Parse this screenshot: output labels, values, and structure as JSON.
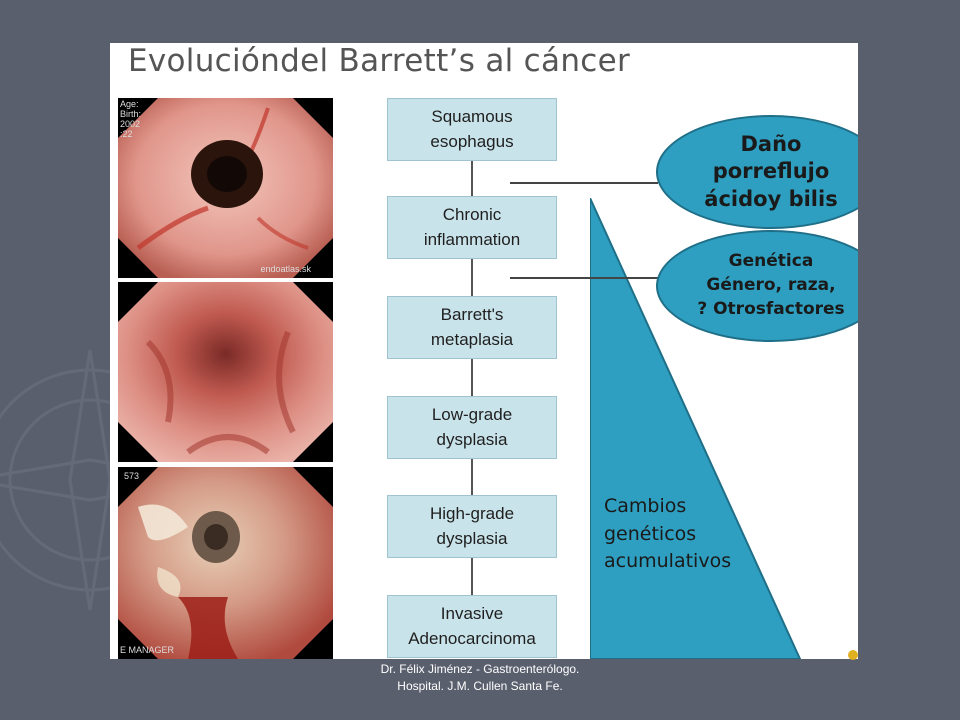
{
  "slide": {
    "title": "Evoluciónd​el Barrett’s al  cáncer",
    "photos": [
      {
        "label": "endoatlas.sk",
        "corner_lines": [
          "Age:",
          "Birth:",
          "2002",
          ":22"
        ]
      },
      {
        "label": ""
      },
      {
        "label": "E MANAGER",
        "corner_lines": [
          "573"
        ]
      }
    ],
    "stages": [
      "Squamous\nesophagus",
      "Chronic\ninflammation",
      "Barrett's\nmetaplasia",
      "Low-grade\ndysplasia",
      "High-grade\ndysplasia",
      "Invasive\nAdenocarcinoma"
    ],
    "ovals": [
      "Daño\nporreflujo\nácidoy bilis",
      "Genética\nGénero, raza,\n? Otrosfactores"
    ],
    "wedge_label": "Cambios\ngenéticos\nacumulativos",
    "colors": {
      "stage_fill": "#c9e3ea",
      "accent_teal": "#2e9fc0",
      "background": "#5a5f6e"
    }
  },
  "footer": {
    "line1": "Dr. Félix Jiménez -  Gastroenterólogo.",
    "line2": "Hospital. J.M. Cullen Santa Fe."
  }
}
